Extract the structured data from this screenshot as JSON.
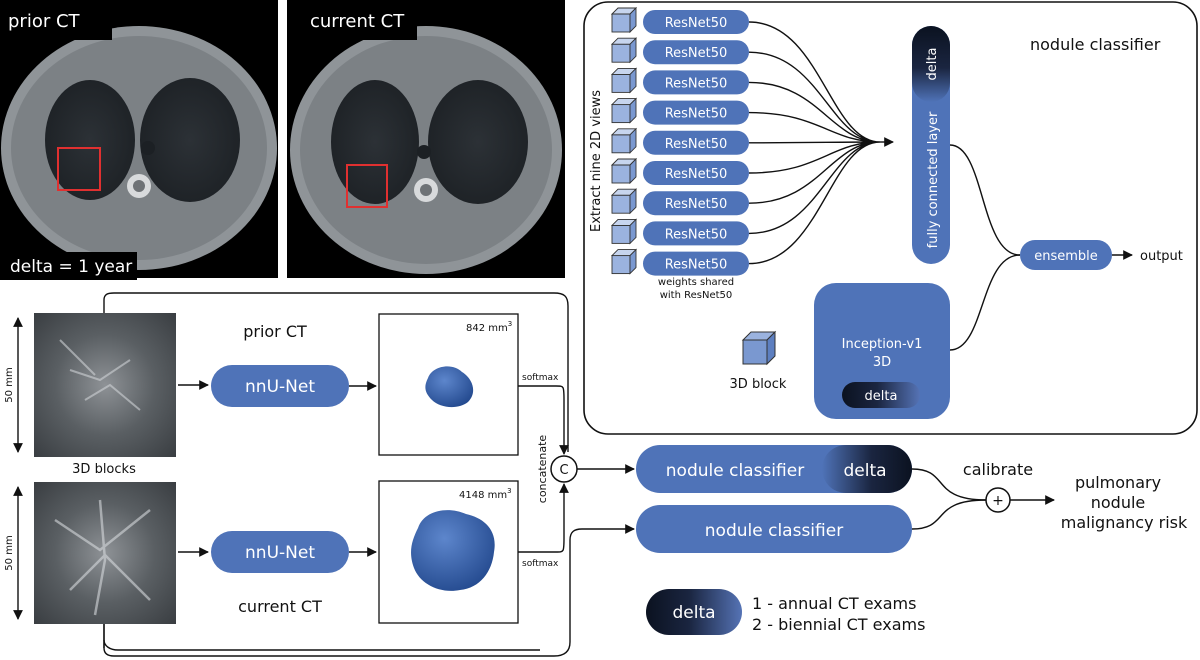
{
  "ct_panels": {
    "prior_title": "prior CT",
    "current_title": "current CT",
    "delta_caption": "delta = 1 year"
  },
  "pipeline": {
    "prior_label": "prior CT",
    "current_label": "current CT",
    "blocks_caption": "3D blocks",
    "scale_label": "50 mm",
    "nnunet_label": "nnU-Net",
    "volume_prior": "842 mm",
    "volume_current": "4148 mm",
    "volume_unit_exp": "3",
    "softmax_label": "softmax",
    "concatenate_label": "concatenate",
    "concat_symbol": "C",
    "classifier_label": "nodule classifier",
    "delta_label": "delta",
    "calibrate_label": "calibrate",
    "sum_symbol": "+",
    "risk_label_lines": [
      "pulmonary",
      "nodule",
      "malignancy risk"
    ]
  },
  "classifier_box": {
    "title": "nodule classifier",
    "views_label": "Extract nine 2D views",
    "resnet_label": "ResNet50",
    "resnet_count": 9,
    "weights_note_lines": [
      "weights shared",
      "with ResNet50"
    ],
    "fc_label": "fully connected layer",
    "delta_label": "delta",
    "ensemble_label": "ensemble",
    "output_label": "output",
    "inception_lines": [
      "Inception-v1",
      "3D"
    ],
    "block_label": "3D block"
  },
  "legend": {
    "delta_label": "delta",
    "items": [
      "1 - annual CT exams",
      "2 - biennial CT exams"
    ]
  },
  "colors": {
    "accent_blue": "#4f73b8",
    "dark_navy": "#0b1220",
    "lung_gray": "#8f9498",
    "roi_red": "#e03030"
  }
}
